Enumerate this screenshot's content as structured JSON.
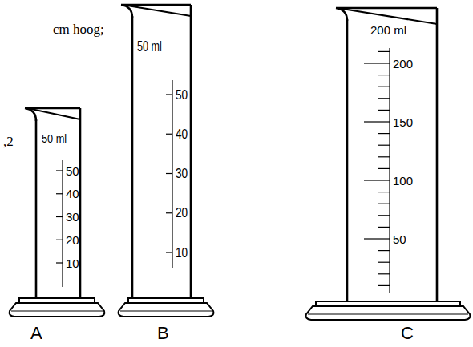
{
  "diagram": {
    "labels": [
      "cm hoog;",
      ",2",
      "50 ml",
      "50",
      "40",
      "30",
      "20",
      "10",
      "50 ml",
      "50",
      "40",
      "30",
      "20",
      "10",
      "200 ml",
      "200",
      "150",
      "100",
      "50",
      "A",
      "B",
      "C"
    ]
  }
}
